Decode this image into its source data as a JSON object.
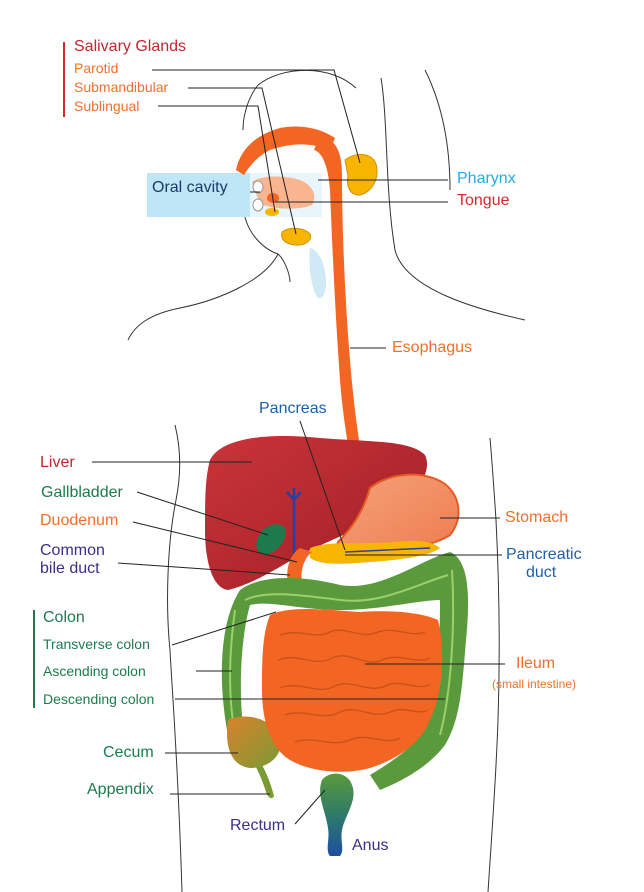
{
  "labels": {
    "salivary_glands": "Salivary Glands",
    "parotid": "Parotid",
    "submandibular": "Submandibular",
    "sublingual": "Sublingual",
    "oral_cavity": "Oral cavity",
    "pharynx": "Pharynx",
    "tongue": "Tongue",
    "esophagus": "Esophagus",
    "pancreas": "Pancreas",
    "liver": "Liver",
    "gallbladder": "Gallbladder",
    "duodenum": "Duodenum",
    "common_bile_duct_1": "Common",
    "common_bile_duct_2": "bile duct",
    "stomach": "Stomach",
    "pancreatic_duct_1": "Pancreatic",
    "pancreatic_duct_2": "duct",
    "colon": "Colon",
    "transverse_colon": "Transverse colon",
    "ascending_colon": "Ascending colon",
    "descending_colon": "Descending colon",
    "ileum": "Ileum",
    "small_intestine": "(small intestine)",
    "cecum": "Cecum",
    "appendix": "Appendix",
    "rectum": "Rectum",
    "anus": "Anus"
  },
  "colors": {
    "salivary_header": "#d42a2a",
    "orange_label": "#f36f2a",
    "green_label": "#1e7a4d",
    "purple_label": "#3b2f86",
    "blue_label": "#1f5fa6",
    "cyan_label": "#29abe2",
    "liver": "#c1272d",
    "esophagus": "#f26522",
    "colon": "#5a9a3c",
    "salivary": "#f7b500",
    "oral_cavity_highlight": "#bfe6f6"
  }
}
